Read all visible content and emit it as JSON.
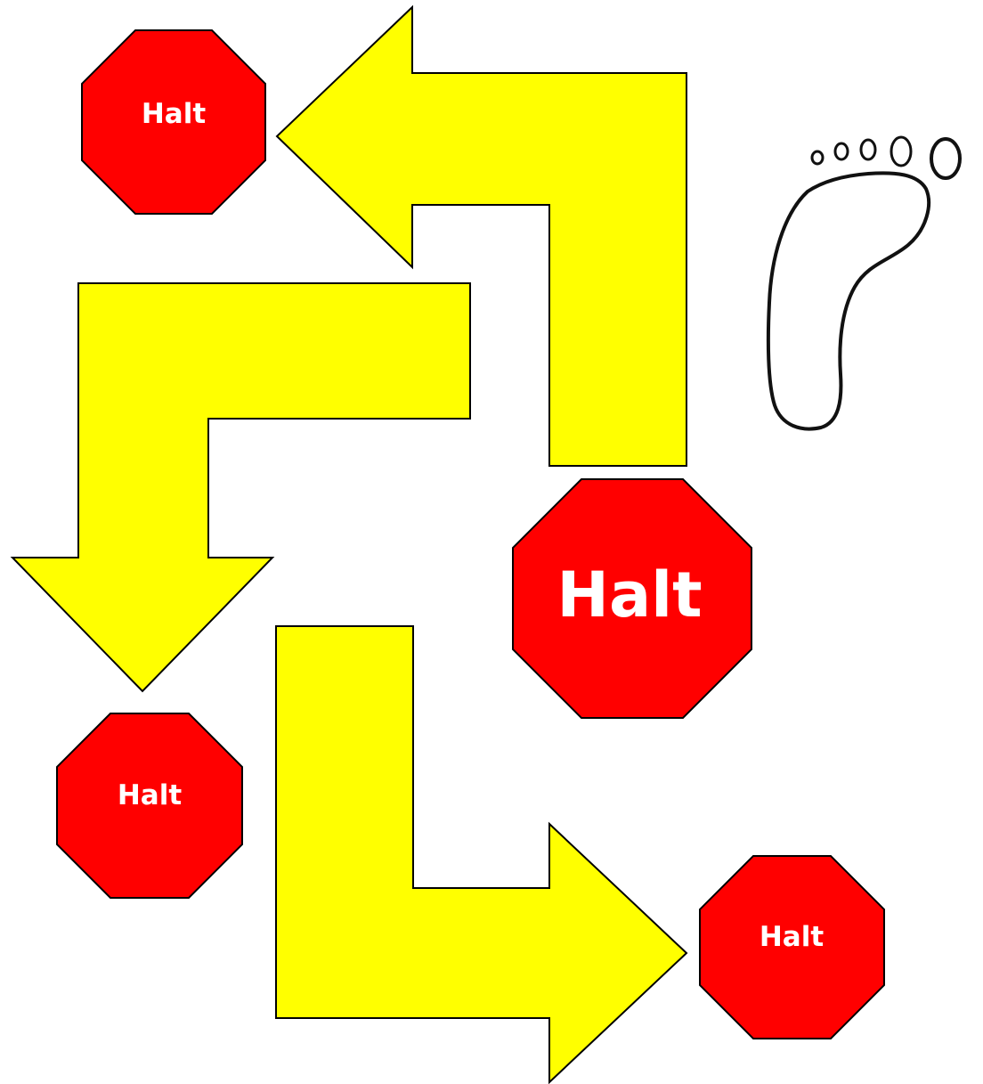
{
  "colors": {
    "background": "#ffffff",
    "arrow_fill": "#ffff00",
    "stop_fill": "#ff0000",
    "stop_text": "#ffffff",
    "outline": "#000000"
  },
  "stop_signs": [
    {
      "id": "stop-1",
      "label": "Halt"
    },
    {
      "id": "stop-2",
      "label": "Halt"
    },
    {
      "id": "stop-3",
      "label": "Halt"
    },
    {
      "id": "stop-4",
      "label": "Halt"
    }
  ],
  "arrows": [
    {
      "id": "arrow-1",
      "direction": "up-then-left"
    },
    {
      "id": "arrow-2",
      "direction": "right-to-left-then-down"
    },
    {
      "id": "arrow-3",
      "direction": "down-then-right"
    }
  ],
  "footprint": {
    "icon": "footprint-icon"
  }
}
